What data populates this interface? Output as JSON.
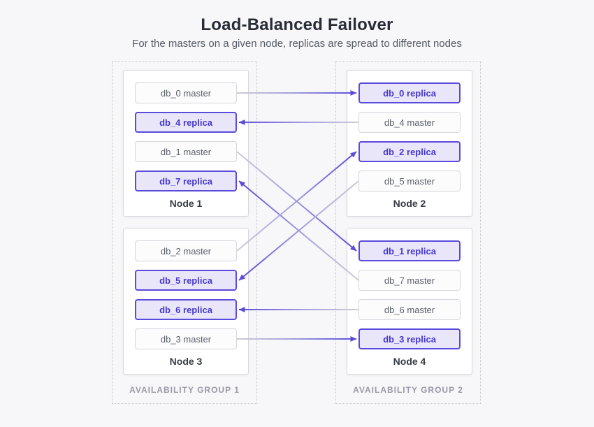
{
  "header": {
    "title": "Load-Balanced Failover",
    "subtitle": "For the masters on a given node, replicas are spread to different nodes"
  },
  "colors": {
    "background": "#f7f7f9",
    "arrow_purple": "#5b4cdb",
    "arrow_gray_start": "#ccccd9",
    "replica_fill": "#e9e6f9",
    "replica_border": "#5a4bdc",
    "replica_text": "#4638cf",
    "master_fill": "#fcfcfd",
    "master_border": "#d6d6dc",
    "master_text": "#5a5f69",
    "group_label_gray": "#9a99a8"
  },
  "groups": [
    {
      "id": "group1",
      "label": "AVAILABILITY GROUP 1",
      "nodes": [
        {
          "id": "node1",
          "label": "Node 1",
          "boxes": [
            {
              "id": "n1b0",
              "label": "db_0 master",
              "type": "master"
            },
            {
              "id": "n1b1",
              "label": "db_4 replica",
              "type": "replica"
            },
            {
              "id": "n1b2",
              "label": "db_1 master",
              "type": "master"
            },
            {
              "id": "n1b3",
              "label": "db_7 replica",
              "type": "replica"
            }
          ]
        },
        {
          "id": "node3",
          "label": "Node 3",
          "boxes": [
            {
              "id": "n3b0",
              "label": "db_2 master",
              "type": "master"
            },
            {
              "id": "n3b1",
              "label": "db_5 replica",
              "type": "replica"
            },
            {
              "id": "n3b2",
              "label": "db_6 replica",
              "type": "replica"
            },
            {
              "id": "n3b3",
              "label": "db_3 master",
              "type": "master"
            }
          ]
        }
      ]
    },
    {
      "id": "group2",
      "label": "AVAILABILITY GROUP 2",
      "nodes": [
        {
          "id": "node2",
          "label": "Node 2",
          "boxes": [
            {
              "id": "n2b0",
              "label": "db_0 replica",
              "type": "replica"
            },
            {
              "id": "n2b1",
              "label": "db_4 master",
              "type": "master"
            },
            {
              "id": "n2b2",
              "label": "db_2 replica",
              "type": "replica"
            },
            {
              "id": "n2b3",
              "label": "db_5 master",
              "type": "master"
            }
          ]
        },
        {
          "id": "node4",
          "label": "Node 4",
          "boxes": [
            {
              "id": "n4b0",
              "label": "db_1 replica",
              "type": "replica"
            },
            {
              "id": "n4b1",
              "label": "db_7 master",
              "type": "master"
            },
            {
              "id": "n4b2",
              "label": "db_6 master",
              "type": "master"
            },
            {
              "id": "n4b3",
              "label": "db_3 replica",
              "type": "replica"
            }
          ]
        }
      ]
    }
  ],
  "connections": [
    {
      "db": "db_0",
      "from": "n1b0",
      "to": "n2b0"
    },
    {
      "db": "db_4",
      "from": "n2b1",
      "to": "n1b1"
    },
    {
      "db": "db_1",
      "from": "n1b2",
      "to": "n4b0"
    },
    {
      "db": "db_7",
      "from": "n4b1",
      "to": "n1b3"
    },
    {
      "db": "db_2",
      "from": "n3b0",
      "to": "n2b2"
    },
    {
      "db": "db_5",
      "from": "n2b3",
      "to": "n3b1"
    },
    {
      "db": "db_6",
      "from": "n4b2",
      "to": "n3b2"
    },
    {
      "db": "db_3",
      "from": "n3b3",
      "to": "n4b3"
    }
  ]
}
